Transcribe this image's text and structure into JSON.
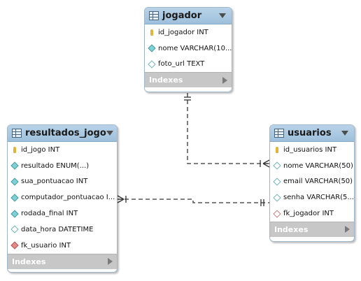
{
  "tables": [
    {
      "id": "jogador",
      "name": "jogador",
      "columns": [
        {
          "label": "id_jogador INT",
          "icon": "primary-key-icon"
        },
        {
          "label": "nome VARCHAR(10...",
          "icon": "column-diamond-icon"
        },
        {
          "label": "foto_url TEXT",
          "icon": "nullable-column-diamond-icon"
        }
      ],
      "indexes_label": "Indexes"
    },
    {
      "id": "resultados_jogo",
      "name": "resultados_jogo",
      "columns": [
        {
          "label": "id_jogo INT",
          "icon": "primary-key-icon"
        },
        {
          "label": "resultado ENUM(...)",
          "icon": "column-diamond-icon"
        },
        {
          "label": "sua_pontuacao INT",
          "icon": "column-diamond-icon"
        },
        {
          "label": "computador_pontuacao I...",
          "icon": "column-diamond-icon"
        },
        {
          "label": "rodada_final INT",
          "icon": "column-diamond-icon"
        },
        {
          "label": "data_hora DATETIME",
          "icon": "nullable-column-diamond-icon"
        },
        {
          "label": "fk_usuario INT",
          "icon": "foreign-key-diamond-icon"
        }
      ],
      "indexes_label": "Indexes"
    },
    {
      "id": "usuarios",
      "name": "usuarios",
      "columns": [
        {
          "label": "id_usuarios INT",
          "icon": "primary-key-icon"
        },
        {
          "label": "nome VARCHAR(50)",
          "icon": "nullable-column-diamond-icon"
        },
        {
          "label": "email VARCHAR(50)",
          "icon": "nullable-column-diamond-icon"
        },
        {
          "label": "senha VARCHAR(5...",
          "icon": "nullable-column-diamond-icon"
        },
        {
          "label": "fk_jogador INT",
          "icon": "foreign-key-diamond-icon-hollow"
        }
      ],
      "indexes_label": "Indexes"
    }
  ],
  "relationships": [
    {
      "from": "usuarios",
      "to": "jogador",
      "style": "dashed",
      "from_end": "many",
      "to_end": "one"
    },
    {
      "from": "resultados_jogo",
      "to": "usuarios",
      "style": "dashed",
      "from_end": "many",
      "to_end": "one"
    }
  ],
  "colors": {
    "header": "#a8c8e1",
    "indexes_bar": "#c7c7c7",
    "connector": "#333333",
    "primary_key": "#e2b43a",
    "column": "#7ed2d6",
    "foreign_key": "#e08a8a"
  }
}
